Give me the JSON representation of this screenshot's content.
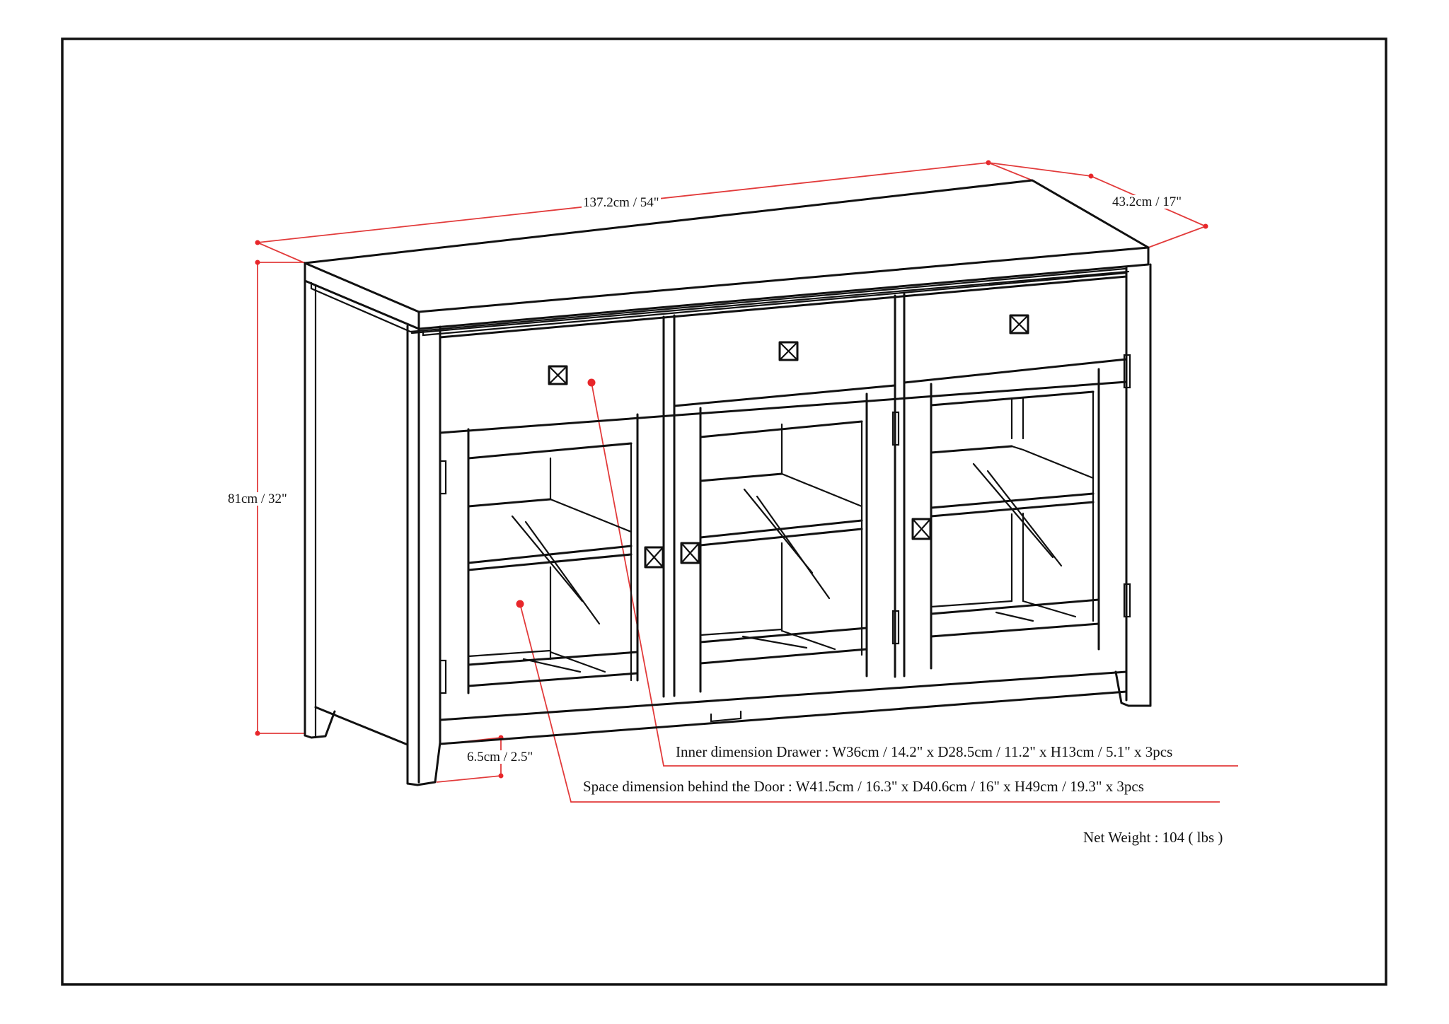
{
  "diagram": {
    "type": "furniture-dimension-drawing",
    "subject": "3-door glass sideboard / buffet cabinet with 3 drawers",
    "colors": {
      "line": "#111111",
      "dimension": "#e23b3b",
      "dot": "#e8262a",
      "background": "#ffffff",
      "frame": "#111111"
    },
    "dimensions": {
      "width": "137.2cm / 54\"",
      "depth": "43.2cm / 17\"",
      "height": "81cm / 32\"",
      "leg_clearance": "6.5cm / 2.5\""
    },
    "annotations": {
      "drawer": "Inner dimension Drawer : W36cm / 14.2\" x D28.5cm / 11.2\" x H13cm / 5.1\" x 3pcs",
      "door_space": "Space dimension behind the Door  : W41.5cm / 16.3\" x D40.6cm / 16\" x H49cm / 19.3\" x 3pcs"
    },
    "net_weight": "Net Weight : 104 ( lbs )",
    "components": {
      "drawers": 3,
      "glass_doors": 3,
      "shelves_per_compartment": 1,
      "handle_icon": "square-x-knob"
    }
  }
}
